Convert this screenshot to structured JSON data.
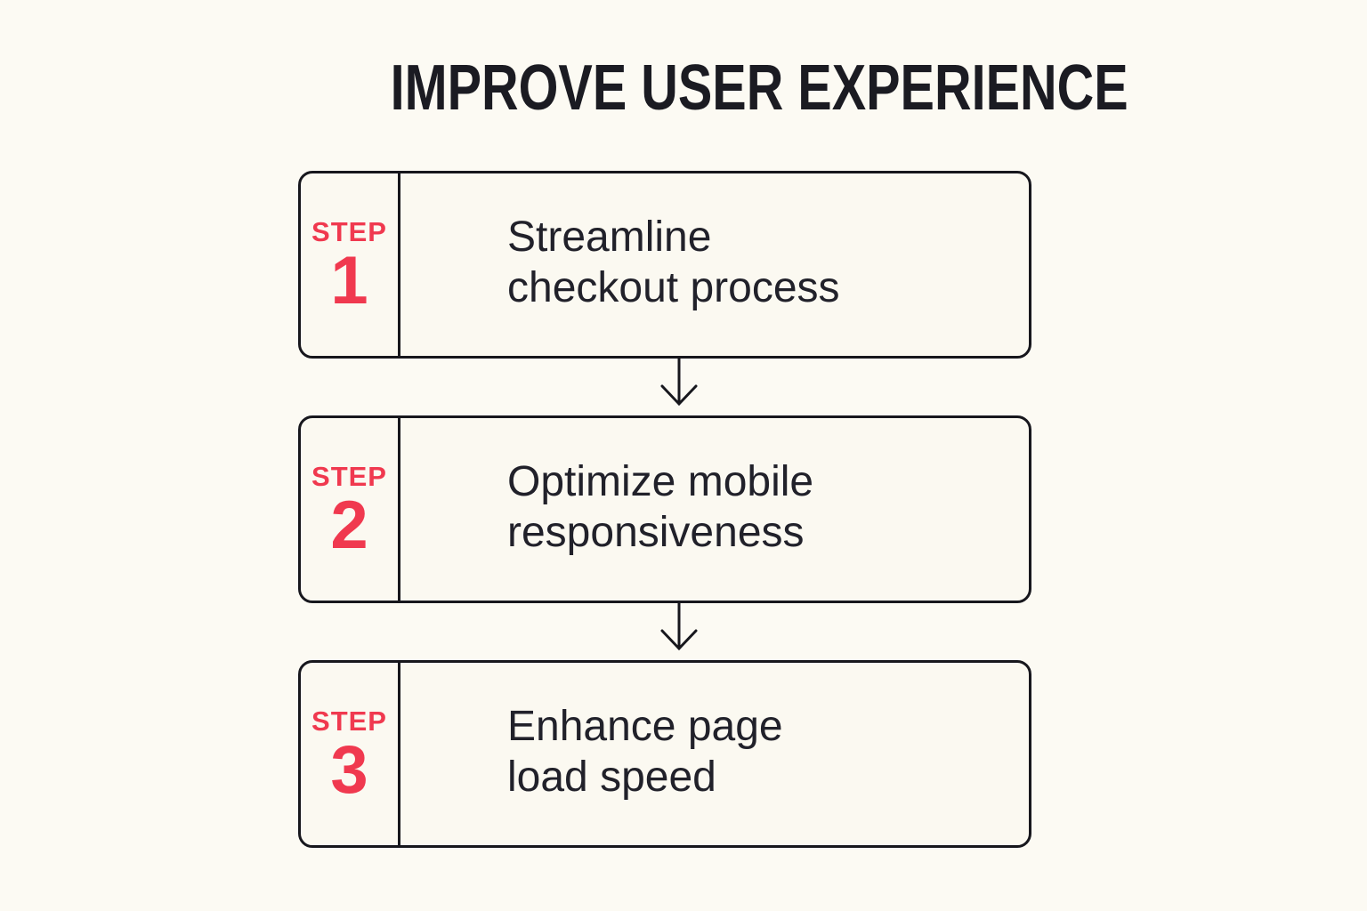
{
  "page": {
    "title": "IMPROVE USER EXPERIENCE",
    "colors": {
      "background": "#FCFAF3",
      "box_background": "#FBF9F1",
      "border": "#17171D",
      "title_text": "#1B1B22",
      "body_text": "#21212A",
      "accent_red": "#F0394F",
      "arrow": "#17171D"
    },
    "steps": [
      {
        "label": "STEP",
        "number": "1",
        "lines": [
          "Streamline",
          "checkout process"
        ]
      },
      {
        "label": "STEP",
        "number": "2",
        "lines": [
          "Optimize mobile",
          "responsiveness"
        ]
      },
      {
        "label": "STEP",
        "number": "3",
        "lines": [
          "Enhance page",
          "load speed"
        ]
      }
    ],
    "connectors": [
      {
        "icon": "down-arrow"
      },
      {
        "icon": "down-arrow"
      }
    ]
  }
}
